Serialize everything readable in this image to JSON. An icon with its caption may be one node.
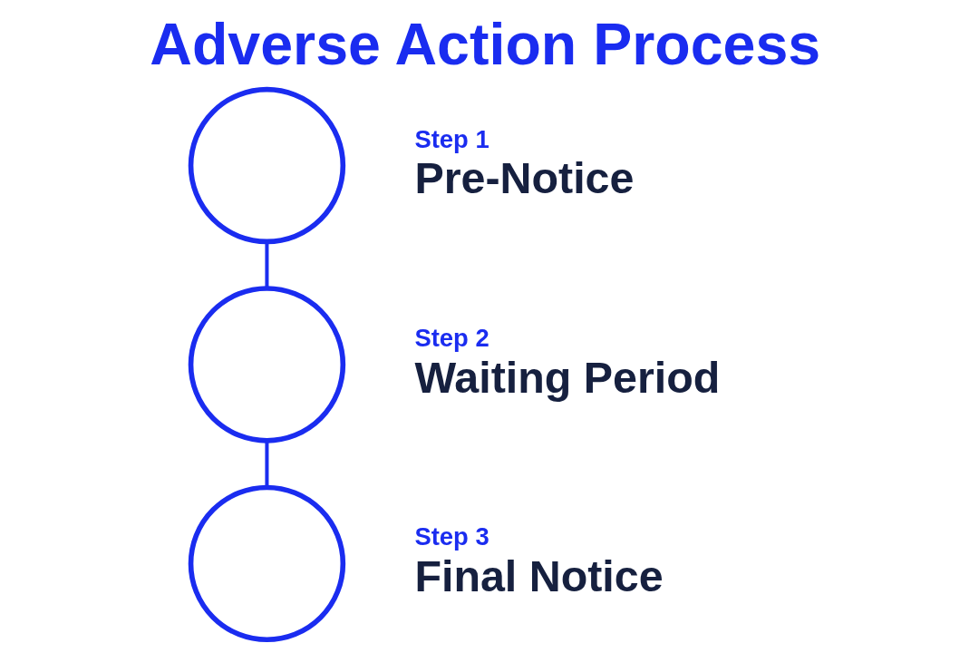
{
  "diagram": {
    "title": "Adverse Action Process",
    "nodes": [
      {
        "text": [],
        "shape": "circle",
        "beside": [
          "Step 1",
          "Pre-Notice"
        ]
      },
      {
        "text": [],
        "shape": "circle",
        "beside": [
          "Step 2",
          "Waiting Period"
        ]
      },
      {
        "text": [],
        "shape": "circle",
        "beside": [
          "Step 3",
          "Final Notice"
        ]
      }
    ],
    "edges": [
      {
        "from": 0,
        "to": 1,
        "arrow": "none"
      },
      {
        "from": 1,
        "to": 2,
        "arrow": "none"
      }
    ]
  }
}
